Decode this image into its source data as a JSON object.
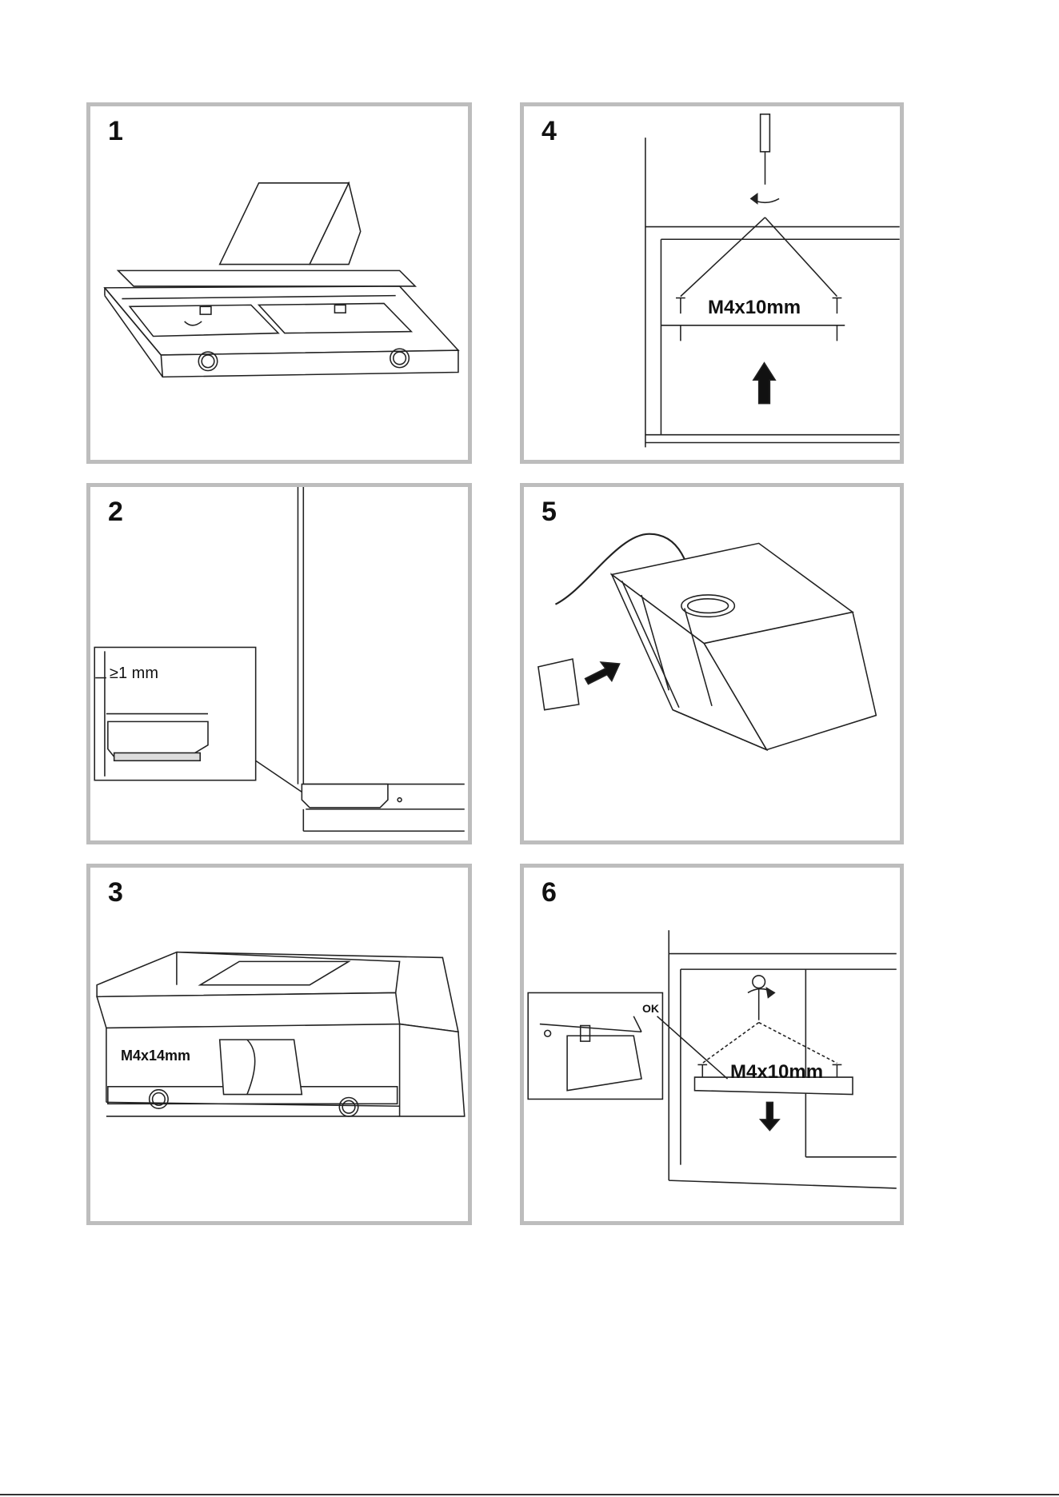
{
  "steps": [
    {
      "number": "1"
    },
    {
      "number": "2",
      "clearance_label": "≥1 mm"
    },
    {
      "number": "3",
      "screw_label": "M4x14mm"
    },
    {
      "number": "4",
      "screw_label": "M4x10mm"
    },
    {
      "number": "5"
    },
    {
      "number": "6",
      "screw_label": "M4x10mm",
      "check_label": "OK"
    }
  ],
  "colors": {
    "panel_border": "#bdbdbd",
    "line": "#222222"
  }
}
